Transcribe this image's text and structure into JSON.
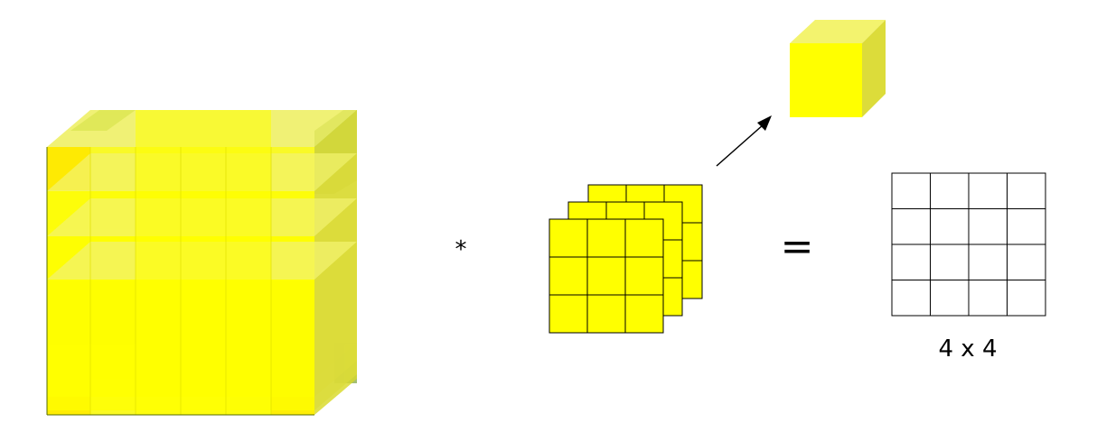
{
  "operators": {
    "multiply": "*",
    "equals": "="
  },
  "output": {
    "rows": 4,
    "cols": 4,
    "label": "4 x 4"
  },
  "filter": {
    "rows": 3,
    "cols": 3,
    "layers": 3
  },
  "input": {
    "depth_layers": 4
  },
  "colors": {
    "yellow": "#ffff00",
    "yellow_side": "#dcdc3a",
    "yellow_top": "#f3f36e",
    "orange": "#ffb000",
    "green": "#8fb800",
    "line": "#000000"
  }
}
